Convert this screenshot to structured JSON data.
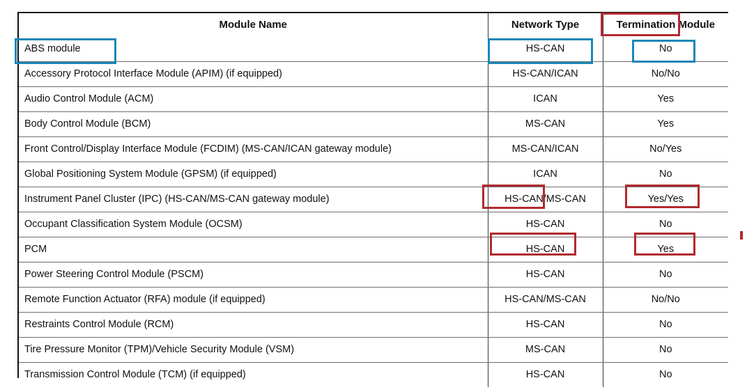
{
  "document": {
    "type": "network-module-table",
    "title": "Module Name / Network Type / Termination Module table"
  },
  "table": {
    "headers": {
      "module_name": "Module Name",
      "network_type": "Network Type",
      "termination_module_part1": "Termination",
      "termination_module_part2": "Module"
    },
    "rows": [
      {
        "name": "ABS module",
        "network": "HS-CAN",
        "termination": "No"
      },
      {
        "name": "Accessory Protocol Interface Module (APIM) (if equipped)",
        "network": "HS-CAN/ICAN",
        "termination": "No/No"
      },
      {
        "name": "Audio Control Module (ACM)",
        "network": "ICAN",
        "termination": "Yes"
      },
      {
        "name": "Body Control Module (BCM)",
        "network": "MS-CAN",
        "termination": "Yes"
      },
      {
        "name": "Front Control/Display Interface Module (FCDIM) (MS-CAN/ICAN gateway module)",
        "network": "MS-CAN/ICAN",
        "termination": "No/Yes"
      },
      {
        "name": "Global Positioning System Module (GPSM) (if equipped)",
        "network": "ICAN",
        "termination": "No"
      },
      {
        "name": "Instrument Panel Cluster (IPC) (HS-CAN/MS-CAN gateway module)",
        "network": "HS-CAN/MS-CAN",
        "termination": "Yes/Yes"
      },
      {
        "name": "Occupant Classification System Module (OCSM)",
        "network": "HS-CAN",
        "termination": "No"
      },
      {
        "name": "PCM",
        "network": "HS-CAN",
        "termination": "Yes"
      },
      {
        "name": "Power Steering Control Module (PSCM)",
        "network": "HS-CAN",
        "termination": "No"
      },
      {
        "name": "Remote Function Actuator (RFA) module (if equipped)",
        "network": "HS-CAN/MS-CAN",
        "termination": "No/No"
      },
      {
        "name": "Restraints Control Module (RCM)",
        "network": "HS-CAN",
        "termination": "No"
      },
      {
        "name": "Tire Pressure Monitor (TPM)/Vehicle Security Module (VSM)",
        "network": "MS-CAN",
        "termination": "No"
      },
      {
        "name": "Transmission Control Module (TCM) (if equipped)",
        "network": "HS-CAN",
        "termination": "No"
      }
    ]
  },
  "annotations": {
    "blue_color": "#1b87b8",
    "red_color": "#b12a2f",
    "blue_boxes": [
      {
        "label": "ABS module",
        "target": "row-1-module-name"
      },
      {
        "label": "HS-CAN",
        "target": "row-1-network-type"
      },
      {
        "label": "No",
        "target": "row-1-termination"
      }
    ],
    "red_boxes": [
      {
        "label": "Termination",
        "target": "header-termination-word"
      },
      {
        "label": "HS-CAN",
        "target": "row-7-network-type-first-part"
      },
      {
        "label": "Yes/Yes",
        "target": "row-7-termination"
      },
      {
        "label": "HS-CAN",
        "target": "row-9-network-type"
      },
      {
        "label": "Yes",
        "target": "row-9-termination"
      }
    ],
    "red_tick_mark": {
      "target": "margin-mark-right"
    }
  }
}
